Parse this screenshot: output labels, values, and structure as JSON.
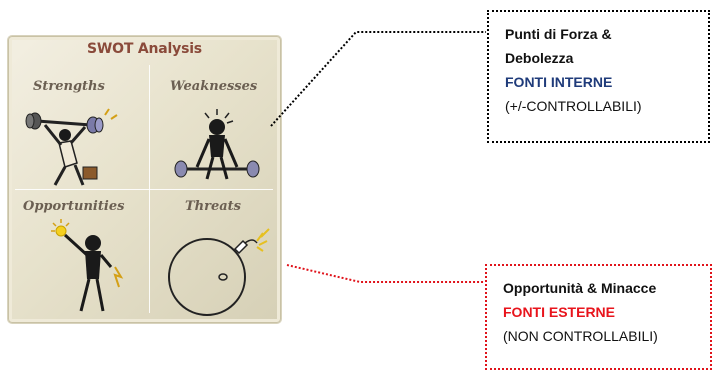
{
  "swot": {
    "title": "SWOT Analysis",
    "quadrants": {
      "strengths": "Strengths",
      "weaknesses": "Weaknesses",
      "opportunities": "Opportunities",
      "threats": "Threats"
    }
  },
  "internal": {
    "line1": "Punti di Forza &",
    "line2": "Debolezza",
    "line3": "FONTI INTERNE",
    "line4": "(+/-CONTROLLABILI)"
  },
  "external": {
    "line1": "Opportunità & Minacce",
    "line2": "FONTI ESTERNE",
    "line3": "(NON CONTROLLABILI)"
  },
  "colors": {
    "internal_accent": "#1f3b7a",
    "external_accent": "#e8141c",
    "title": "#8a4a3a"
  }
}
